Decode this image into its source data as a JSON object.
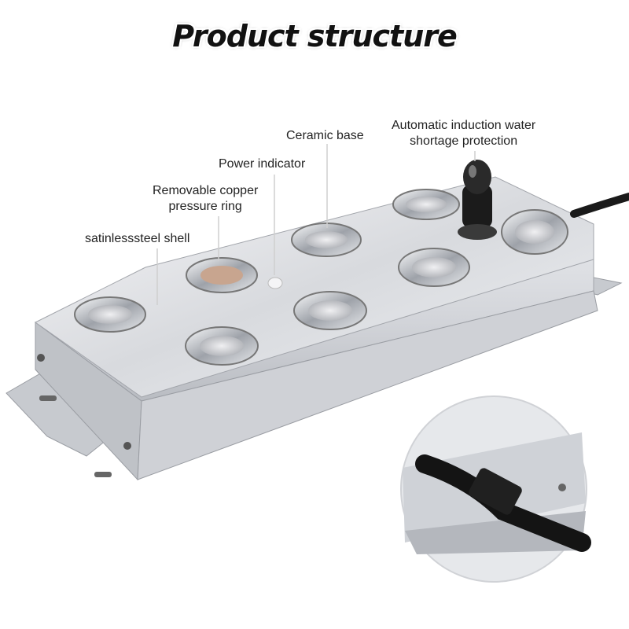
{
  "title": "Product structure",
  "labels": {
    "shell": "satinlesssteel shell",
    "copper_ring_line1": "Removable copper",
    "copper_ring_line2": "pressure ring",
    "power_indicator": "Power indicator",
    "ceramic_base": "Ceramic base",
    "protection_line1": "Automatic induction water",
    "protection_line2": "shortage protection"
  },
  "colors": {
    "steel_light": "#f2f2f4",
    "steel_mid": "#c9cbd0",
    "steel_dark": "#8d9097",
    "ring_silver": "#dfe1e6",
    "cable_black": "#1a1a1a",
    "text": "#222222"
  }
}
